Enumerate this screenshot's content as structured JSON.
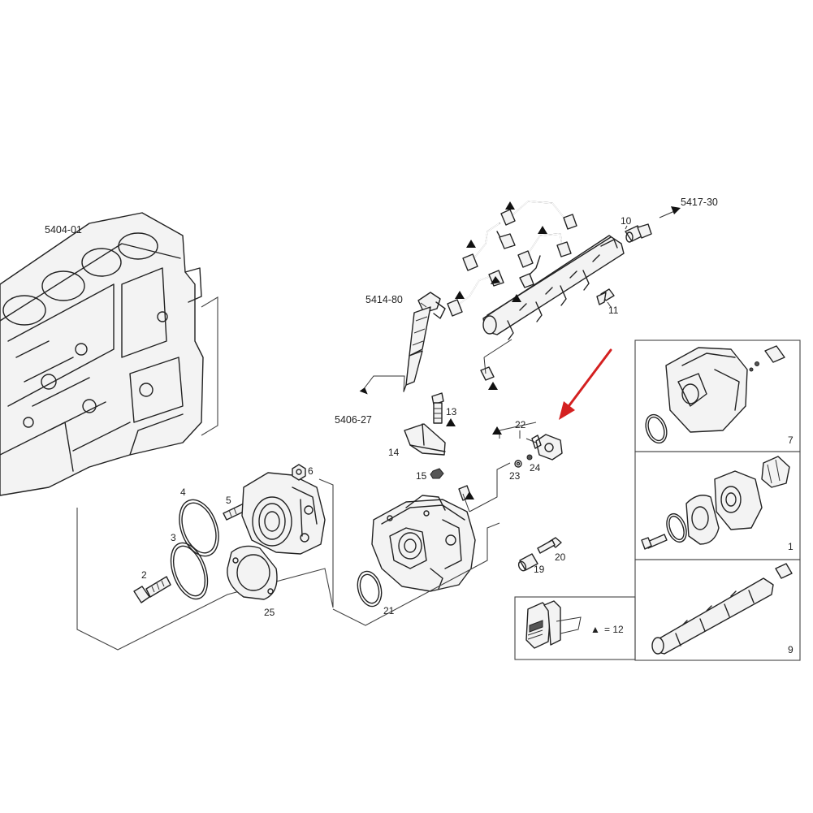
{
  "diagram": {
    "refs": {
      "engine_block": "5404-01",
      "injector_group": "5414-80",
      "downstream_left": "5406-27",
      "downstream_right": "5417-30"
    },
    "callouts": {
      "c1": "1",
      "c2": "2",
      "c3": "3",
      "c4": "4",
      "c5": "5",
      "c6": "6",
      "c7": "7",
      "c9": "9",
      "c10": "10",
      "c11": "11",
      "c13": "13",
      "c14": "14",
      "c15": "15",
      "c19": "19",
      "c20": "20",
      "c21": "21",
      "c22": "22",
      "c23": "23",
      "c24": "24",
      "c25": "25"
    },
    "legend": {
      "symbol": "▲",
      "equals_text": "= 12"
    },
    "highlight_color": "#d42020"
  }
}
